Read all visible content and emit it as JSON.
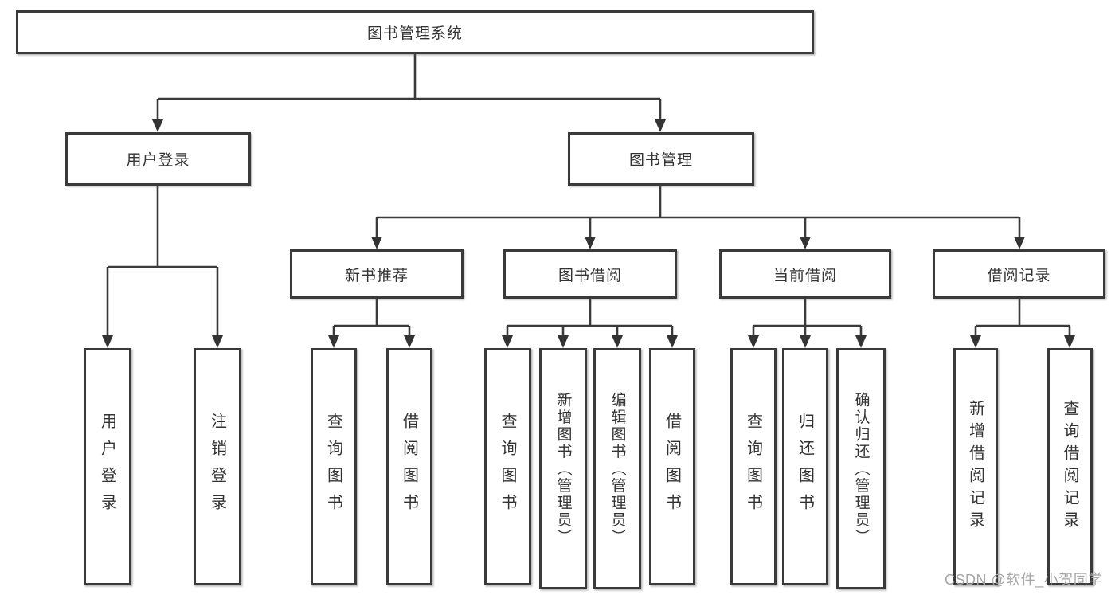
{
  "tree": {
    "label": "图书管理系统",
    "children": [
      {
        "label": "用户登录",
        "children": [
          {
            "label": "用户登录"
          },
          {
            "label": "注销登录"
          }
        ]
      },
      {
        "label": "图书管理",
        "children": [
          {
            "label": "新书推荐",
            "children": [
              {
                "label": "查询图书"
              },
              {
                "label": "借阅图书"
              }
            ]
          },
          {
            "label": "图书借阅",
            "children": [
              {
                "label": "查询图书"
              },
              {
                "label": "新增图书（管理员）"
              },
              {
                "label": "编辑图书（管理员）"
              },
              {
                "label": "借阅图书"
              }
            ]
          },
          {
            "label": "当前借阅",
            "children": [
              {
                "label": "查询图书"
              },
              {
                "label": "归还图书"
              },
              {
                "label": "确认归还（管理员）"
              }
            ]
          },
          {
            "label": "借阅记录",
            "children": [
              {
                "label": "新增借阅记录"
              },
              {
                "label": "查询借阅记录"
              }
            ]
          }
        ]
      }
    ]
  },
  "watermark": {
    "text": "CSDN @软件_小贺同学"
  },
  "colors": {
    "line": "#3a3a3a",
    "text": "#333333",
    "watermark": "#a6a6a6",
    "background": "#ffffff"
  }
}
